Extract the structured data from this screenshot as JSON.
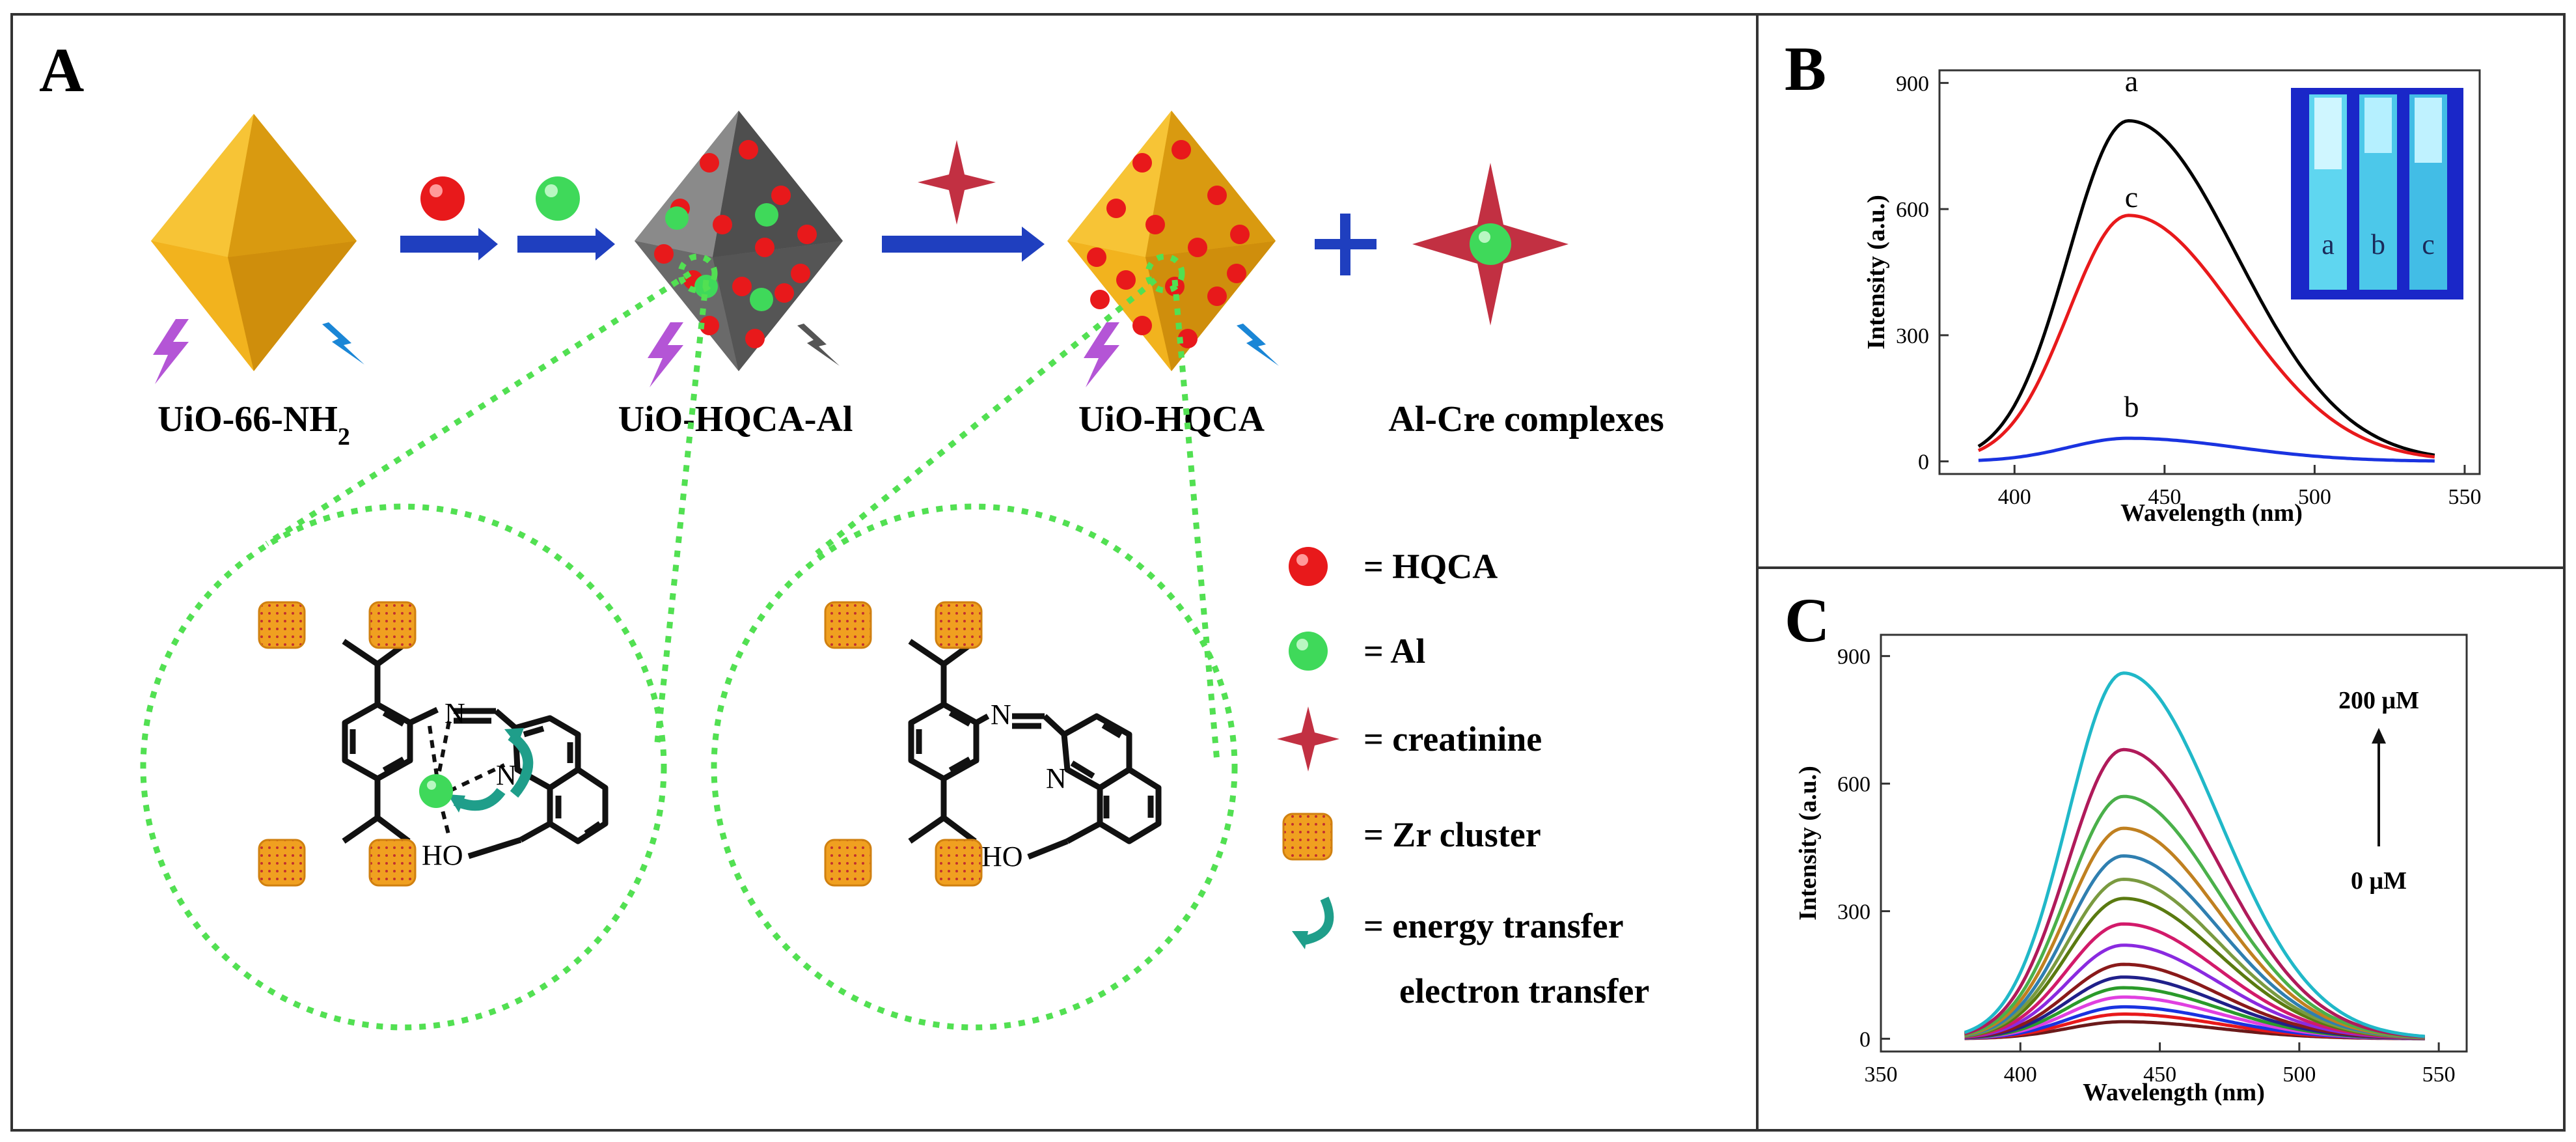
{
  "panel_a": {
    "letter": "A",
    "labels": {
      "uio66": "UiO-66-NH",
      "uio66_sub": "2",
      "uio_hqca_al": "UiO-HQCA-Al",
      "uio_hqca": "UiO-HQCA",
      "al_cre": "Al-Cre complexes"
    },
    "chem_atoms": {
      "n": "N",
      "ho": "HO"
    },
    "legend": {
      "hqca": "= HQCA",
      "al": "= Al",
      "creatinine": "= creatinine",
      "zr": "= Zr cluster",
      "energy": "= energy transfer",
      "electron": "electron transfer"
    },
    "colors": {
      "gold": "#f5b719",
      "gray": "#6e6e6e",
      "red": "#e8191b",
      "green": "#3fd95a",
      "arrow": "#1f3fbf",
      "star": "#c23042",
      "dotted": "#52e052",
      "teal": "#1f9e8a"
    }
  },
  "panel_b": {
    "letter": "B",
    "curve_labels": {
      "a": "a",
      "b": "b",
      "c": "c"
    },
    "inset_labels": [
      "a",
      "b",
      "c"
    ]
  },
  "panel_c": {
    "letter": "C",
    "top_annotation": "200 μM",
    "bottom_annotation": "0 μM"
  },
  "chart_data": [
    {
      "type": "line",
      "panel": "B",
      "xlabel": "Wavelength (nm)",
      "ylabel": "Intensity (a.u.)",
      "xlim": [
        375,
        555
      ],
      "ylim": [
        -30,
        930
      ],
      "xticks": [
        400,
        450,
        500,
        550
      ],
      "yticks": [
        0,
        300,
        600,
        900
      ],
      "peak_x": 438,
      "x_range": [
        388,
        540
      ],
      "series": [
        {
          "name": "a",
          "color": "#000000",
          "peak": 810
        },
        {
          "name": "c",
          "color": "#e8191b",
          "peak": 585
        },
        {
          "name": "b",
          "color": "#1a33e0",
          "peak": 55
        }
      ]
    },
    {
      "type": "line",
      "panel": "C",
      "xlabel": "Wavelength (nm)",
      "ylabel": "Intensity (a.u.)",
      "xlim": [
        350,
        560
      ],
      "ylim": [
        -30,
        950
      ],
      "xticks": [
        350,
        400,
        450,
        500,
        550
      ],
      "yticks": [
        0,
        300,
        600,
        900
      ],
      "peak_x": 437,
      "x_range": [
        380,
        545
      ],
      "series": [
        {
          "color": "#6b1a1a",
          "peak": 40
        },
        {
          "color": "#e8191b",
          "peak": 58
        },
        {
          "color": "#1a33e0",
          "peak": 75
        },
        {
          "color": "#e040e0",
          "peak": 98
        },
        {
          "color": "#2a9a2a",
          "peak": 120
        },
        {
          "color": "#20208a",
          "peak": 145
        },
        {
          "color": "#8a1a1a",
          "peak": 175
        },
        {
          "color": "#8a2ae0",
          "peak": 220
        },
        {
          "color": "#d21a6a",
          "peak": 270
        },
        {
          "color": "#5a7a10",
          "peak": 330
        },
        {
          "color": "#7a9a40",
          "peak": 375
        },
        {
          "color": "#2f7fb0",
          "peak": 430
        },
        {
          "color": "#c08020",
          "peak": 495
        },
        {
          "color": "#4ab04a",
          "peak": 570
        },
        {
          "color": "#b01a5a",
          "peak": 680
        },
        {
          "color": "#20b8c8",
          "peak": 860
        }
      ]
    }
  ]
}
